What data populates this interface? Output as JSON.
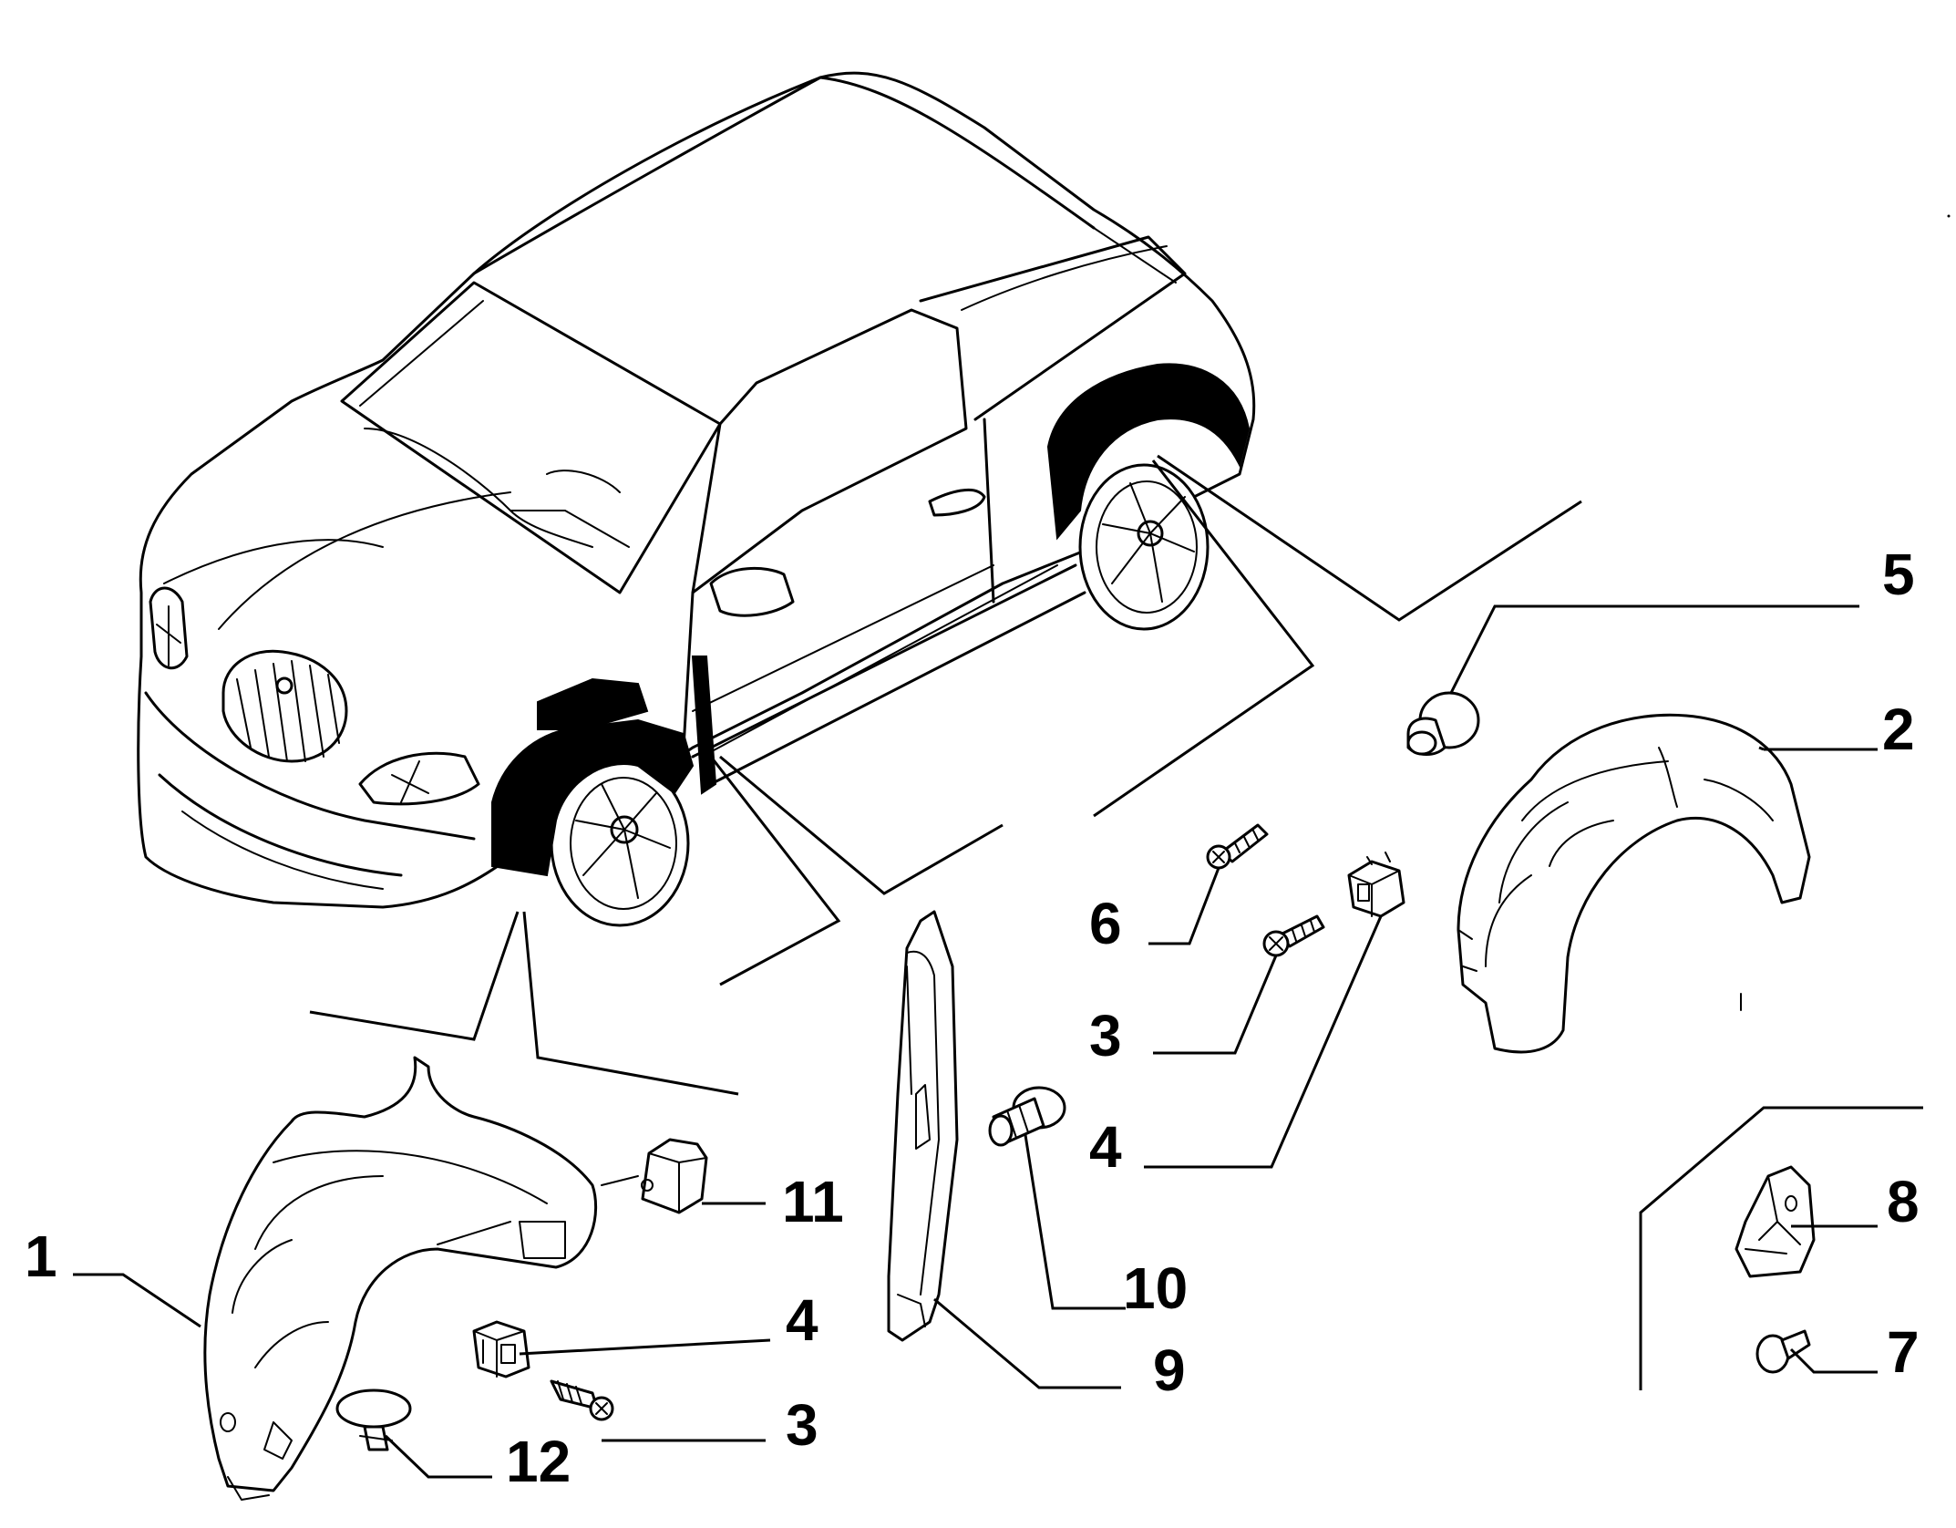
{
  "callouts": [
    {
      "id": "c1",
      "label": "1"
    },
    {
      "id": "c2",
      "label": "2"
    },
    {
      "id": "c3a",
      "label": "3"
    },
    {
      "id": "c3b",
      "label": "3"
    },
    {
      "id": "c4a",
      "label": "4"
    },
    {
      "id": "c4b",
      "label": "4"
    },
    {
      "id": "c5",
      "label": "5"
    },
    {
      "id": "c6",
      "label": "6"
    },
    {
      "id": "c7",
      "label": "7"
    },
    {
      "id": "c8",
      "label": "8"
    },
    {
      "id": "c9",
      "label": "9"
    },
    {
      "id": "c10",
      "label": "10"
    },
    {
      "id": "c11",
      "label": "11"
    },
    {
      "id": "c12",
      "label": "12"
    }
  ]
}
